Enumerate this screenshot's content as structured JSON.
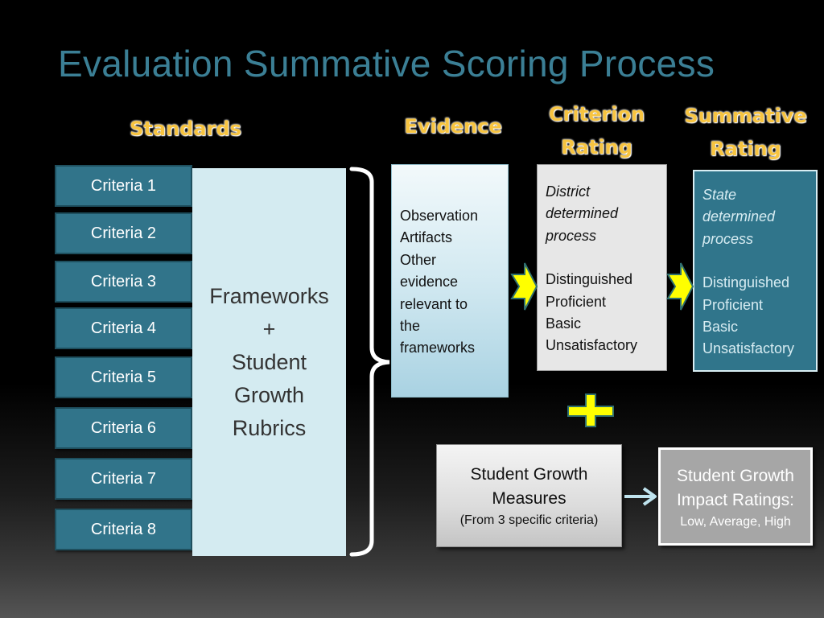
{
  "title": "Evaluation Summative Scoring Process",
  "headers": {
    "standards": "Standards",
    "evidence": "Evidence",
    "criterion_rating": [
      "Criterion",
      "Rating"
    ],
    "summative_rating": [
      "Summative",
      "Rating"
    ]
  },
  "criteria": [
    "Criteria 1",
    "Criteria 2",
    "Criteria 3",
    "Criteria 4",
    "Criteria 5",
    "Criteria 6",
    "Criteria 7",
    "Criteria 8"
  ],
  "frameworks": [
    "Frameworks",
    "+",
    "Student",
    "Growth",
    "Rubrics"
  ],
  "evidence_box": [
    "Observation",
    "Artifacts",
    "Other",
    "evidence",
    "relevant to",
    "the",
    "frameworks"
  ],
  "criterion_box": {
    "process": [
      "District",
      "determined",
      "process"
    ],
    "levels": [
      "Distinguished",
      "Proficient",
      "Basic",
      "Unsatisfactory"
    ]
  },
  "summative_box": {
    "process": [
      "State",
      "determined",
      "process"
    ],
    "levels": [
      "Distinguished",
      "Proficient",
      "Basic",
      "Unsatisfactory"
    ]
  },
  "student_growth_measures": {
    "line1": "Student Growth",
    "line2": "Measures",
    "note": "(From 3 specific criteria)"
  },
  "student_growth_impact": {
    "line1": "Student Growth",
    "line2": "Impact Ratings:",
    "note": "Low, Average, High"
  },
  "colors": {
    "title": "#3b7f95",
    "header": "#f7c440",
    "criteria_fill": "#31748a",
    "frameworks_fill": "#d4ebf1",
    "arrow_fill": "#ffff00",
    "arrow_stroke": "#2f6f6f",
    "plus_fill": "#ffff00",
    "plus_stroke": "#2f6f6f",
    "connector_arrow": "#bfe3ee"
  }
}
